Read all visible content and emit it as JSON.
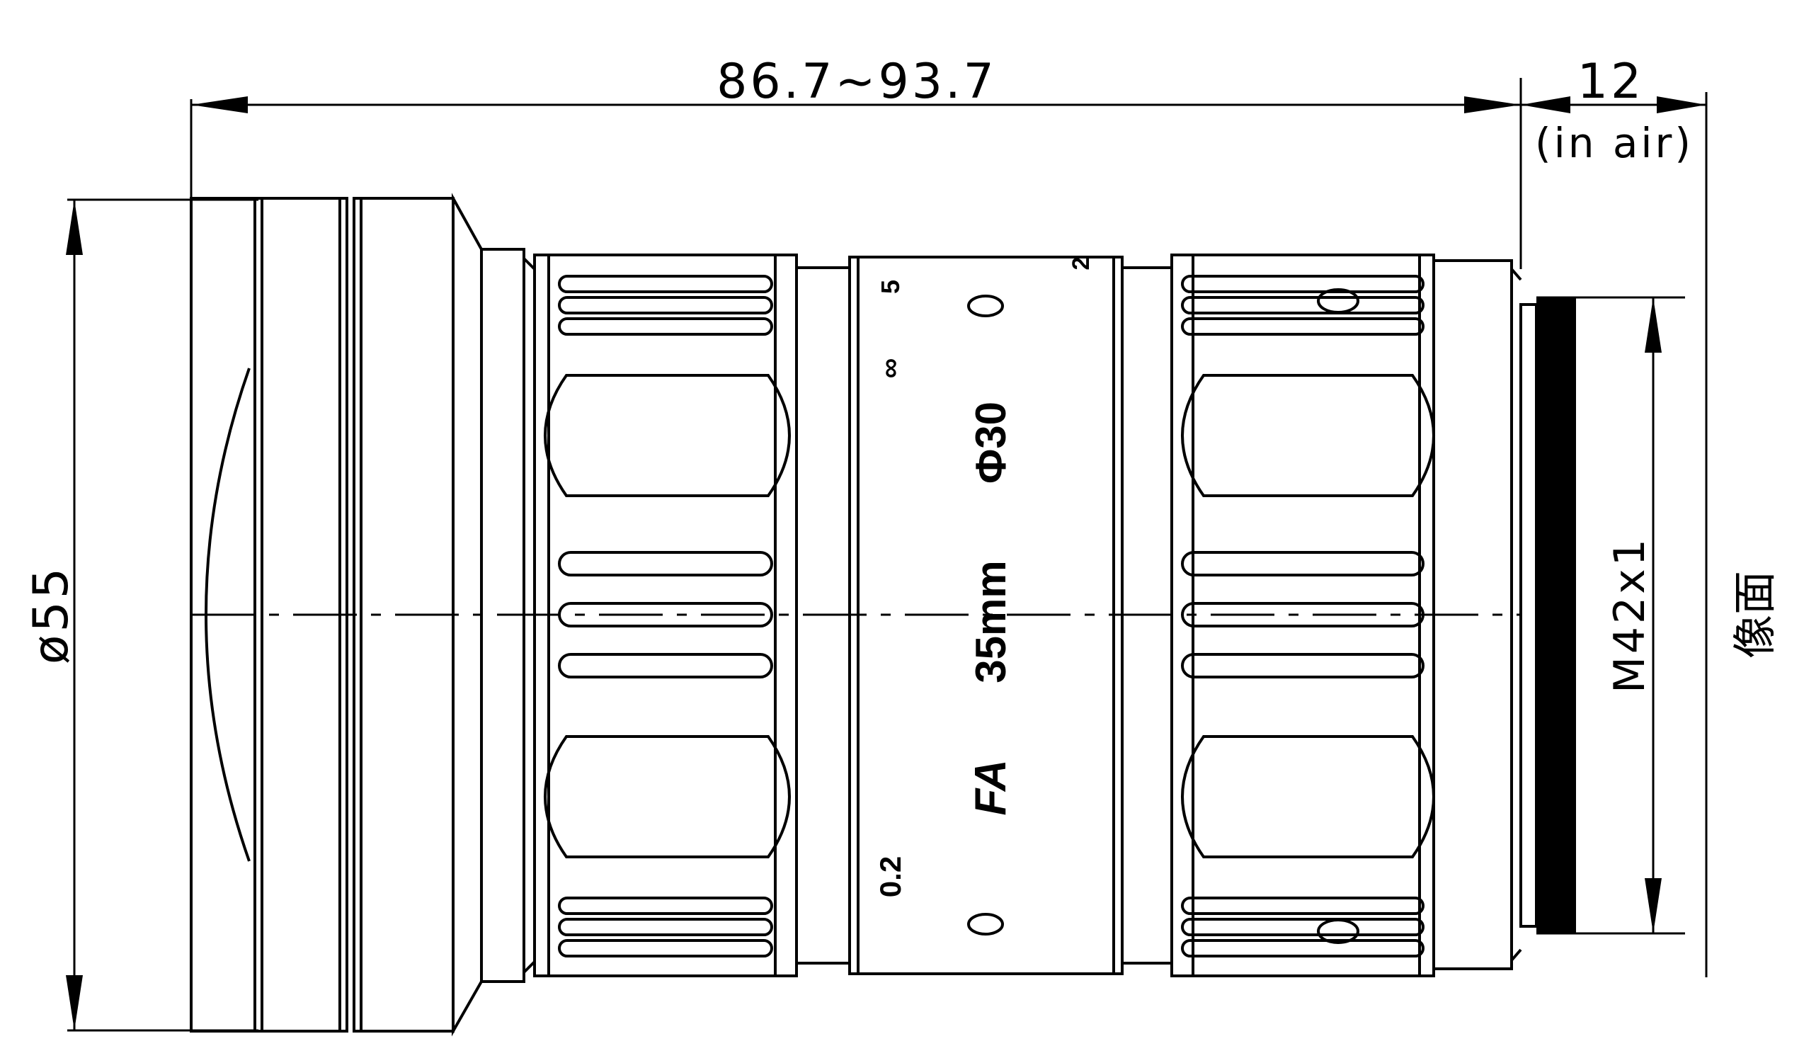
{
  "dimensions": {
    "overall_length": "86.7~93.7",
    "back_focal": "12",
    "back_focal_note": "(in air)",
    "diameter": "ø55",
    "mount_thread": "M42x1"
  },
  "lens_markings": {
    "focal_length": "35mm",
    "series": "FA",
    "filter": "Φ30",
    "distance_near": "0.2",
    "distance_far": "∞",
    "aperture_5": "5",
    "aperture_2": "2"
  },
  "image_plane_label": "像面"
}
